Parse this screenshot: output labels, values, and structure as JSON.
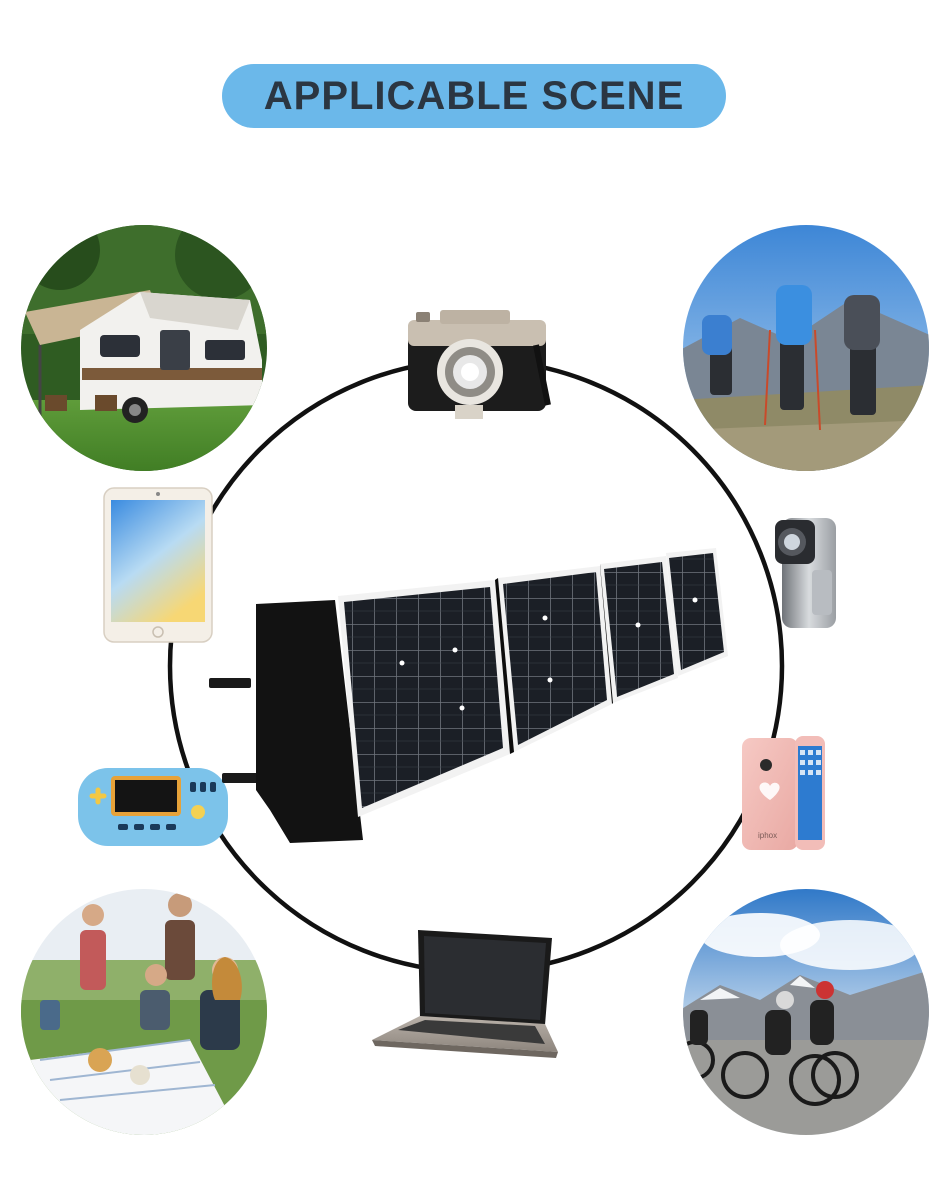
{
  "header": {
    "title": "APPLICABLE SCENE"
  },
  "colors": {
    "title_pill": "#6bb8ea",
    "title_text": "#2b3642",
    "ring": "#111111",
    "panel_black": "#121212",
    "cell_blue_black": "#1b1f26"
  },
  "scenes": [
    {
      "name": "camping-rv",
      "icon": "rv-camper-photo"
    },
    {
      "name": "hiking",
      "icon": "hikers-photo"
    },
    {
      "name": "picnic",
      "icon": "picnic-photo"
    },
    {
      "name": "cycling",
      "icon": "cyclists-photo"
    }
  ],
  "devices": [
    {
      "name": "camera",
      "icon": "camera-icon"
    },
    {
      "name": "tablet",
      "icon": "tablet-icon"
    },
    {
      "name": "camcorder",
      "icon": "camcorder-icon"
    },
    {
      "name": "game-console",
      "icon": "game-console-icon"
    },
    {
      "name": "smartphone",
      "icon": "smartphone-icon"
    },
    {
      "name": "laptop",
      "icon": "laptop-icon"
    }
  ],
  "phone_brand_text": "iphox"
}
